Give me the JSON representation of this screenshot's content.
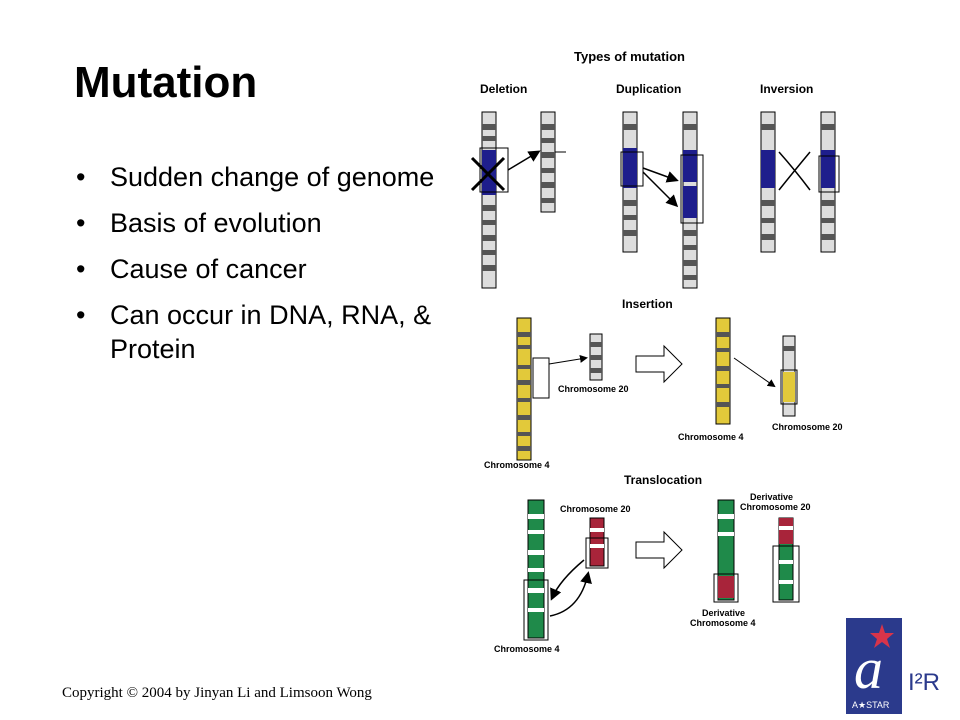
{
  "slide": {
    "title": "Mutation",
    "bullets": [
      "Sudden change of genome",
      "Basis of evolution",
      "Cause of cancer",
      "Can occur in DNA, RNA, & Protein"
    ],
    "footer": "Copyright © 2004 by Jinyan Li and Limsoon Wong"
  },
  "diagram": {
    "title": "Types of mutation",
    "labels": {
      "deletion": "Deletion",
      "duplication": "Duplication",
      "inversion": "Inversion",
      "insertion": "Insertion",
      "translocation": "Translocation",
      "ins_chr20": "Chromosome 20",
      "ins_chr4": "Chromosome 4",
      "ins_chr20_after": "Chromosome 20",
      "ins_chr4_after": "Chromosome 4",
      "tr_chr20": "Chromosome 20",
      "tr_deriv20_a": "Derivative",
      "tr_deriv20_b": "Chromosome 20",
      "tr_deriv4_a": "Derivative",
      "tr_deriv4_b": "Chromosome 4",
      "tr_chr4": "Chromosome 4"
    },
    "colors": {
      "deletion_band": "#1e1e8c",
      "insertion_band": "#e2c93a",
      "translocation_green": "#1f8a4a",
      "translocation_red": "#a8243a",
      "neutral_band": "#555555"
    }
  },
  "logo": {
    "letter": "a",
    "org": "A★STAR",
    "brand": "I²R",
    "colors": {
      "bg": "#2b3a8c",
      "star": "#d8344a"
    }
  }
}
